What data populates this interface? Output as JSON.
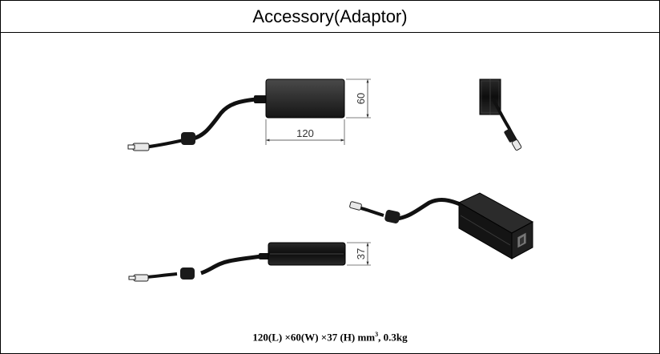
{
  "header": {
    "title": "Accessory(Adaptor)"
  },
  "dimensions": {
    "width_label": "120",
    "height_label": "60",
    "depth_label": "37"
  },
  "spec": {
    "length": "120(L) ×60(W) ×37 (H) mm",
    "unit_exponent": "3",
    "weight": ", 0.3kg"
  }
}
